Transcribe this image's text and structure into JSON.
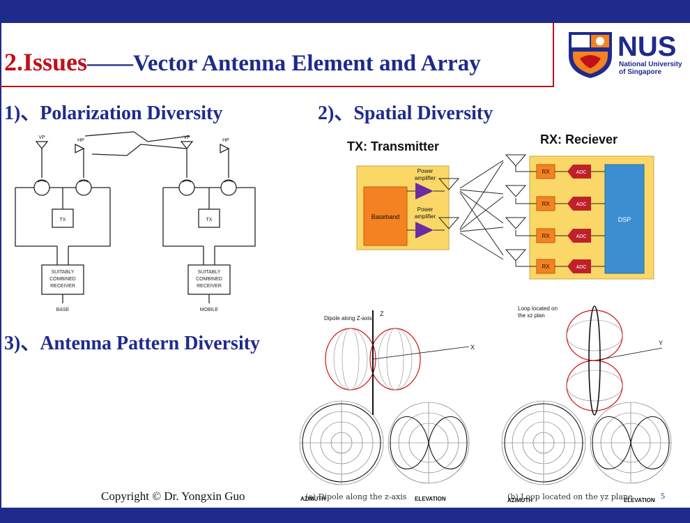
{
  "title": {
    "number": "2.Issues",
    "rest": "——Vector Antenna Element and Array"
  },
  "logo": {
    "name": "NUS",
    "line1": "National University",
    "line2": "of Singapore"
  },
  "headings": {
    "polarization": "1)、Polarization Diversity",
    "spatial": "2)、Spatial Diversity",
    "pattern": "3)、Antenna Pattern Diversity"
  },
  "polarization_fig": {
    "vp": "VP",
    "hp": "HP",
    "tx": "TX",
    "receiver_line1": "SUITABLY",
    "receiver_line2": "COMBINED",
    "receiver_line3": "RECEIVER",
    "base": "BASE",
    "mobile": "MOBILE"
  },
  "spatial_fig": {
    "tx_title": "TX: Transmitter",
    "rx_title": "RX: Reciever",
    "baseband": "Baseband",
    "power_line1": "Power",
    "power_line2": "amplifier",
    "rx": "RX",
    "adc": "ADC",
    "dsp": "DSP",
    "colors": {
      "panel": "#fbd767",
      "block": "#f58220",
      "adc": "#c0202a",
      "amp": "#6a2ca0",
      "dsp": "#3b8fd0"
    }
  },
  "pattern_fig": {
    "dipole_label": "Dipole along Z-axis",
    "z_axis": "Z",
    "x_axis": "X",
    "loop_label_line1": "Loop located on",
    "loop_label_line2": "the xz plan",
    "y_axis": "Y",
    "azimuth": "AZIMUTH",
    "elevation": "ELEVATION",
    "caption_a": "(a) Dipole along the z-axis",
    "caption_b": "(b) Loop located on the yz plane"
  },
  "copyright": "Copyright © Dr. Yongxin Guo",
  "page_number": "5"
}
